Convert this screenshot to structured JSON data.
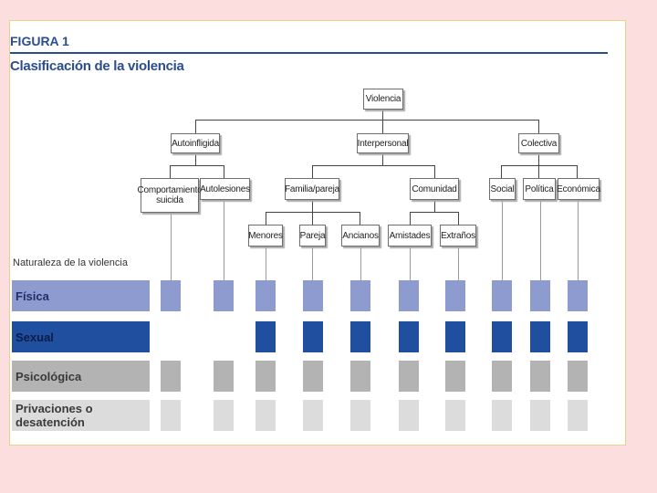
{
  "figure": {
    "label": "FIGURA 1",
    "title": "Clasificación de la violencia",
    "nature_label": "Naturaleza de la violencia"
  },
  "tree": {
    "root": "Violencia",
    "level1": [
      "Autoinfligida",
      "Interpersonal",
      "Colectiva"
    ],
    "level2": [
      "Comportamiento\nsuicida",
      "Autolesiones",
      "Familia/pareja",
      "Comunidad",
      "Social",
      "Política",
      "Económica"
    ],
    "level3": [
      "Menores",
      "Pareja",
      "Ancianos",
      "Amistades",
      "Extraños"
    ]
  },
  "rows": [
    {
      "label": "Física",
      "color": "#8e9bcf",
      "text_color": "#1f2f6b",
      "present": [
        true,
        true,
        true,
        true,
        true,
        true,
        true,
        true,
        true,
        true
      ]
    },
    {
      "label": "Sexual",
      "color": "#1f4f9e",
      "text_color": "#0c1d4a",
      "present": [
        false,
        false,
        true,
        true,
        true,
        true,
        true,
        true,
        true,
        true
      ]
    },
    {
      "label": "Psicológica",
      "color": "#b3b3b3",
      "text_color": "#3a3a3a",
      "present": [
        true,
        true,
        true,
        true,
        true,
        true,
        true,
        true,
        true,
        true
      ]
    },
    {
      "label": "Privaciones o desatención",
      "color": "#dcdcdc",
      "text_color": "#3a3a3a",
      "present": [
        true,
        true,
        true,
        true,
        true,
        true,
        true,
        true,
        true,
        true
      ]
    }
  ],
  "colors": {
    "header_blue": "#2a4d8f",
    "background": "#fbdedd"
  }
}
